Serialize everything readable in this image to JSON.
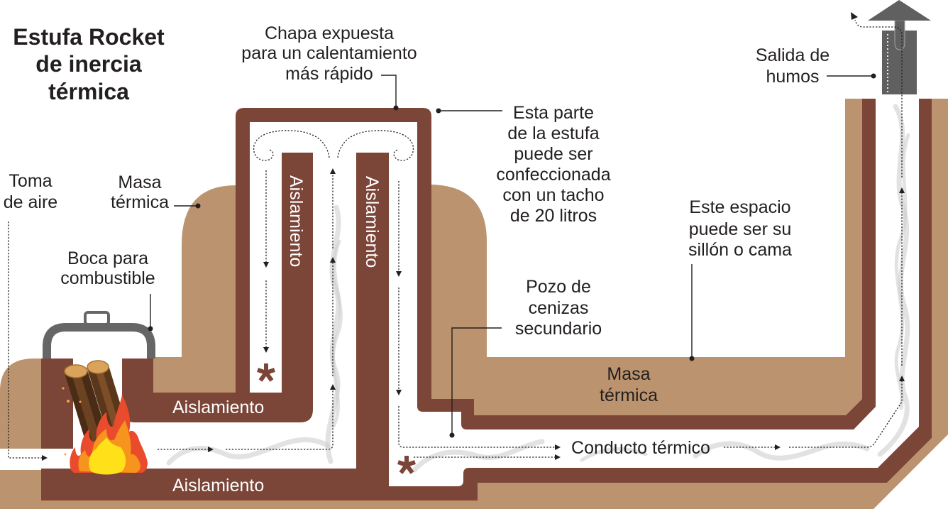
{
  "title": [
    "Estufa Rocket",
    "de inercia",
    "térmica"
  ],
  "labels": {
    "chapa_expuesta": [
      "Chapa expuesta",
      "para un calentamiento",
      "más rápido"
    ],
    "tacho": [
      "Esta parte",
      "de la estufa",
      "puede ser",
      "confeccionada",
      "con un tacho",
      "de 20 litros"
    ],
    "toma_de_aire": [
      "Toma",
      "de aire"
    ],
    "masa_termica_camara": [
      "Masa",
      "térmica"
    ],
    "boca_combustible": [
      "Boca para",
      "combustible"
    ],
    "salida_humos": [
      "Salida de",
      "humos"
    ],
    "espacio_asiento": [
      "Este espacio",
      "puede ser su",
      "sillón o cama"
    ],
    "pozo_cenizas": [
      "Pozo de",
      "cenizas",
      "secundario"
    ],
    "masa_termica_banco": [
      "Masa",
      "térmica"
    ],
    "conducto_termico": "Conducto térmico"
  },
  "insulation_labels": [
    "Aislamiento",
    "Aislamiento",
    "Aislamiento",
    "Aislamiento"
  ],
  "colors": {
    "insulation": "#7B4537",
    "thermal_mass": "#BB936E",
    "metal": "#606060",
    "text": "#231F20"
  }
}
